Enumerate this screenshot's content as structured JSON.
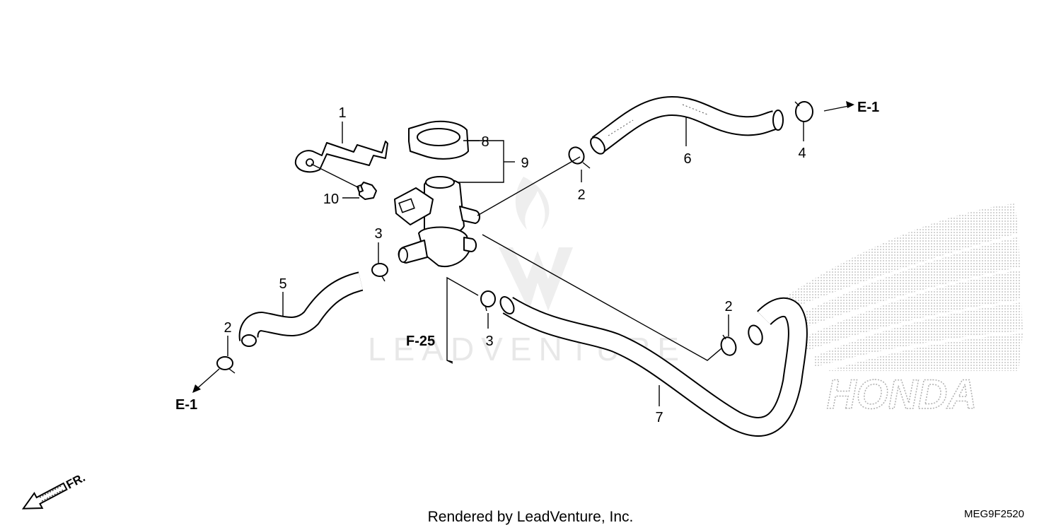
{
  "callouts": {
    "c1": "1",
    "c2a": "2",
    "c2b": "2",
    "c2c": "2",
    "c3a": "3",
    "c3b": "3",
    "c4": "4",
    "c5": "5",
    "c6": "6",
    "c7": "7",
    "c8": "8",
    "c9": "9",
    "c10": "10"
  },
  "refs": {
    "e1_right": "E-1",
    "e1_left": "E-1",
    "f25": "F-25"
  },
  "front_label": "FR.",
  "watermark": "LEADVENTURE",
  "brand_wordmark": "HONDA",
  "footer": "Rendered by LeadVenture, Inc.",
  "diagram_code": "MEG9F2520",
  "colors": {
    "ink": "#000000",
    "watermark": "#e6e6e6",
    "dotted": "#bdbdbd"
  }
}
